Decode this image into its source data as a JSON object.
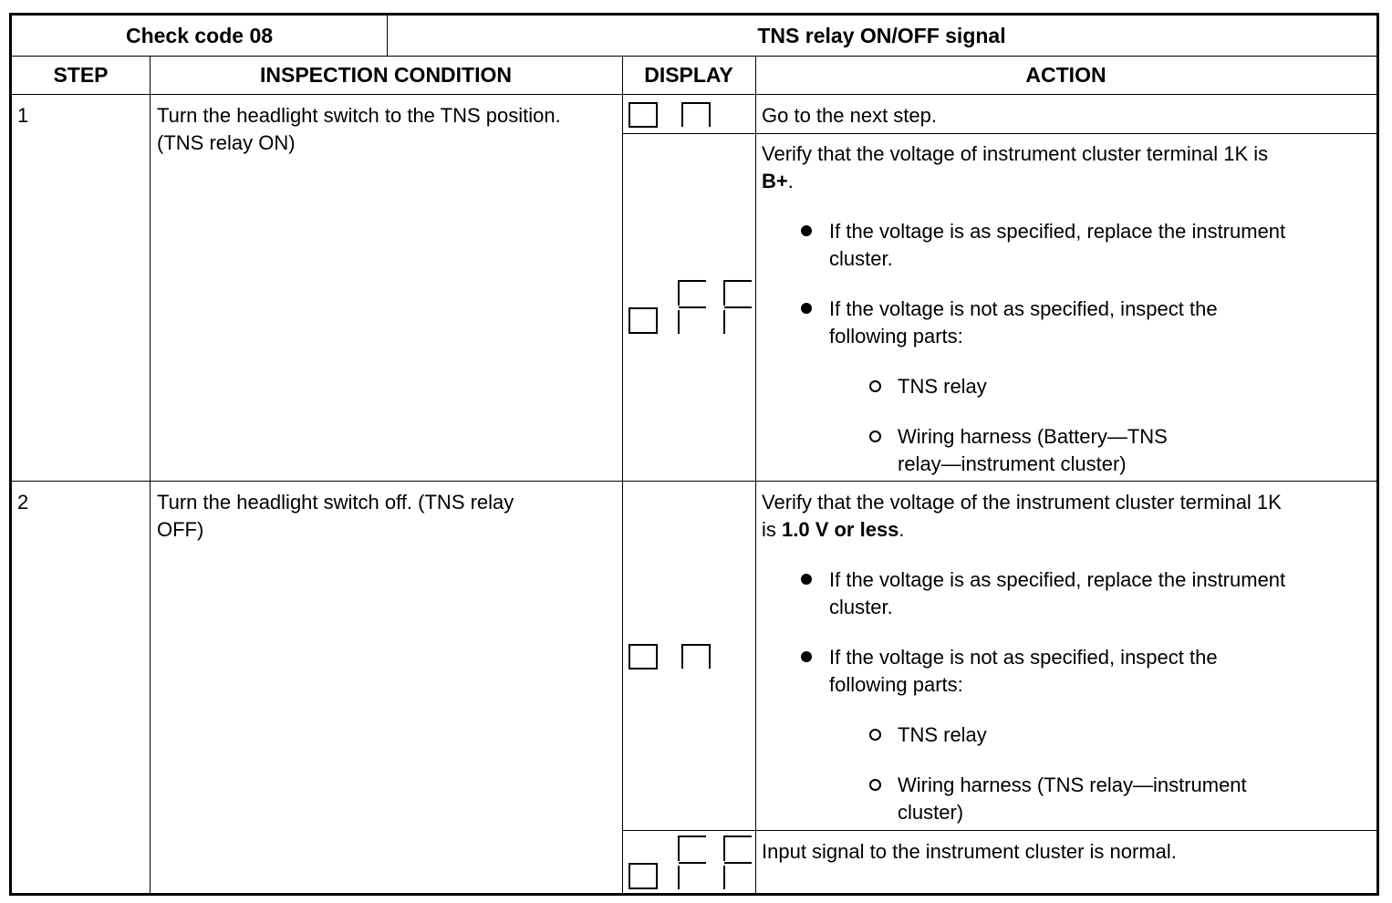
{
  "header": {
    "check_code": "Check code 08",
    "signal": "TNS relay ON/OFF signal"
  },
  "columns": {
    "step": "STEP",
    "condition": "INSPECTION CONDITION",
    "display": "DISPLAY",
    "action": "ACTION"
  },
  "rows": [
    {
      "step": "1",
      "condition_line1": "Turn the headlight switch to the TNS position.",
      "condition_line2": "(TNS relay ON)",
      "outcomes": [
        {
          "display": "on",
          "action": "Go to the next step."
        },
        {
          "display": "off",
          "verify_line1": "Verify that the voltage of instrument cluster terminal 1K is",
          "verify_value": "B+",
          "verify_end": ".",
          "bullet1_line1": "If the voltage is as specified, replace the instrument",
          "bullet1_line2": "cluster.",
          "bullet2_line1": "If the voltage is not as specified, inspect the",
          "bullet2_line2": "following parts:",
          "sub1": "TNS relay",
          "sub2_line1": "Wiring harness (Battery—TNS",
          "sub2_line2": "relay—instrument cluster)"
        }
      ]
    },
    {
      "step": "2",
      "condition_line1": "Turn the headlight switch off. (TNS relay",
      "condition_line2": "OFF)",
      "outcomes": [
        {
          "display": "on",
          "verify_line1": "Verify that the voltage of the instrument cluster terminal 1K",
          "verify_pre": "is ",
          "verify_value": "1.0 V or less",
          "verify_end": ".",
          "bullet1_line1": "If the voltage is as specified, replace the instrument",
          "bullet1_line2": "cluster.",
          "bullet2_line1": "If the voltage is not as specified, inspect the",
          "bullet2_line2": "following parts:",
          "sub1": "TNS relay",
          "sub2_line1": "Wiring harness (TNS relay—instrument",
          "sub2_line2": "cluster)"
        },
        {
          "display": "off",
          "action": "Input signal to the instrument cluster is normal."
        }
      ]
    }
  ]
}
